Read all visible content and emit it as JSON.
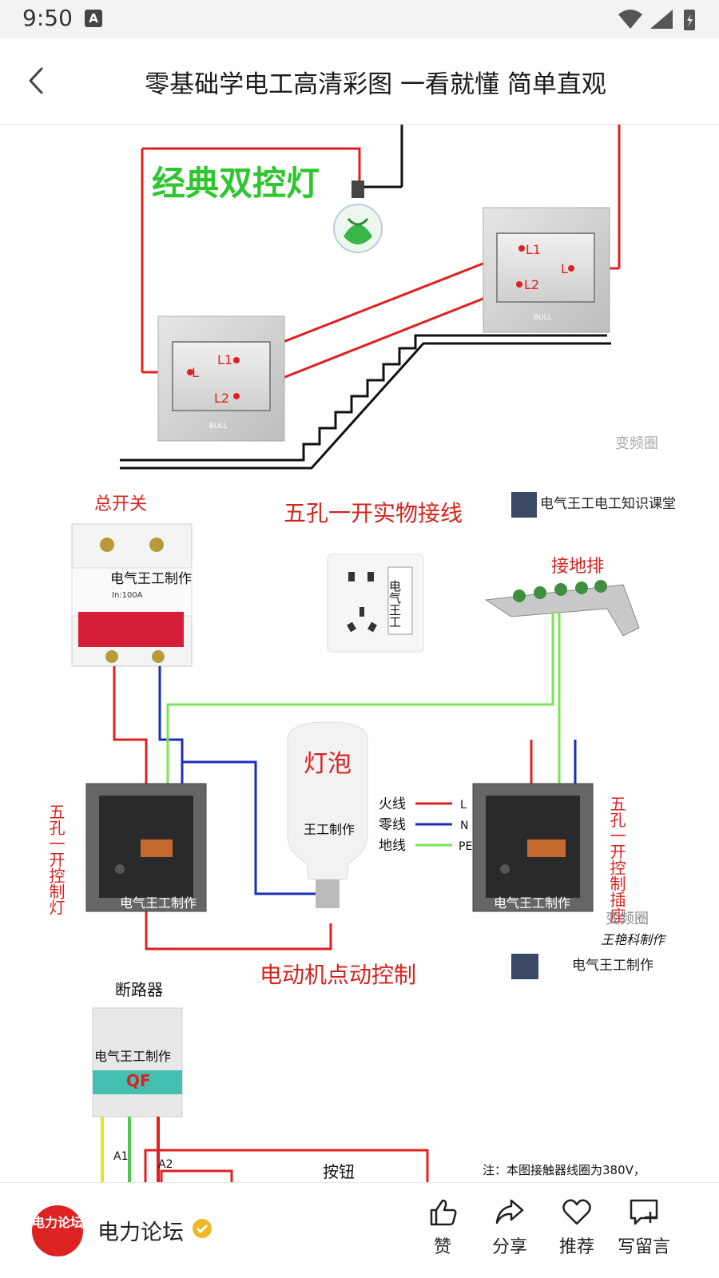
{
  "status": {
    "time": "9:50",
    "notif_icon": "A"
  },
  "header": {
    "title": "零基础学电工高清彩图 一看就懂 简单直观"
  },
  "diagram1": {
    "title": "经典双控灯",
    "l1": "L1",
    "l2": "L2",
    "l": "L",
    "l1b": "L1",
    "l2b": "L2",
    "lb": "L",
    "brand1": "BULL",
    "brand2": "BULL",
    "watermark": "变频圈"
  },
  "diagram2": {
    "title": "五孔一开实物接线",
    "main_switch": "总开关",
    "breaker_label": "电气王工制作",
    "breaker_rating": "In:100A",
    "socket_label": "电气王工",
    "ground_bar": "接地排",
    "bulb": "灯泡",
    "bulb_label": "王工制作",
    "legend_live": "火线",
    "legend_live_code": "L",
    "legend_neutral": "零线",
    "legend_neutral_code": "N",
    "legend_ground": "地线",
    "legend_ground_code": "PE",
    "left_panel_side": "五孔一开控制灯",
    "right_panel_side": "五孔一开控制插座",
    "left_panel_label": "电气王工制作",
    "right_panel_label": "电气王工制作",
    "channel": "电气王工电工知识课堂",
    "watermark": "变频圈",
    "signature": "王艳科制作"
  },
  "diagram3": {
    "title": "电动机点动控制",
    "channel": "电气王工制作",
    "breaker": "断路器",
    "breaker_label": "电气王工制作",
    "qf": "QF",
    "a1": "A1",
    "a2": "A2",
    "button": "按钮",
    "note": "注：本图接触器线圈为380V，"
  },
  "footer": {
    "author": "电力论坛",
    "avatar_text": "电力论坛",
    "like": "赞",
    "share": "分享",
    "recommend": "推荐",
    "comment": "写留言"
  },
  "colors": {
    "live": "#e02020",
    "neutral": "#1a2fb8",
    "ground": "#7be35a",
    "title_red": "#d6241f",
    "title_green": "#2fc62f"
  }
}
